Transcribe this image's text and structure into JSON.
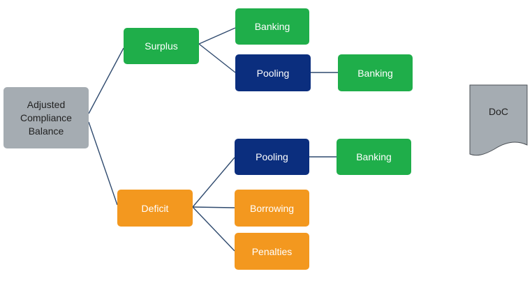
{
  "colors": {
    "root": "#a5acb2",
    "green": "#1fae4a",
    "navy": "#0b2e7e",
    "orange": "#f3981f",
    "connector": "#2f4a6e",
    "doc_fill": "#a5acb2",
    "doc_stroke": "#4a4f55"
  },
  "nodes": {
    "root": {
      "lines": [
        "Adjusted",
        "Compliance",
        "Balance"
      ]
    },
    "surplus": "Surplus",
    "deficit": "Deficit",
    "surplus_banking": "Banking",
    "surplus_pooling": "Pooling",
    "surplus_pooling_banking": "Banking",
    "deficit_pooling": "Pooling",
    "deficit_pooling_banking": "Banking",
    "deficit_borrowing": "Borrowing",
    "deficit_penalties": "Penalties"
  },
  "document": {
    "label": "DoC"
  }
}
